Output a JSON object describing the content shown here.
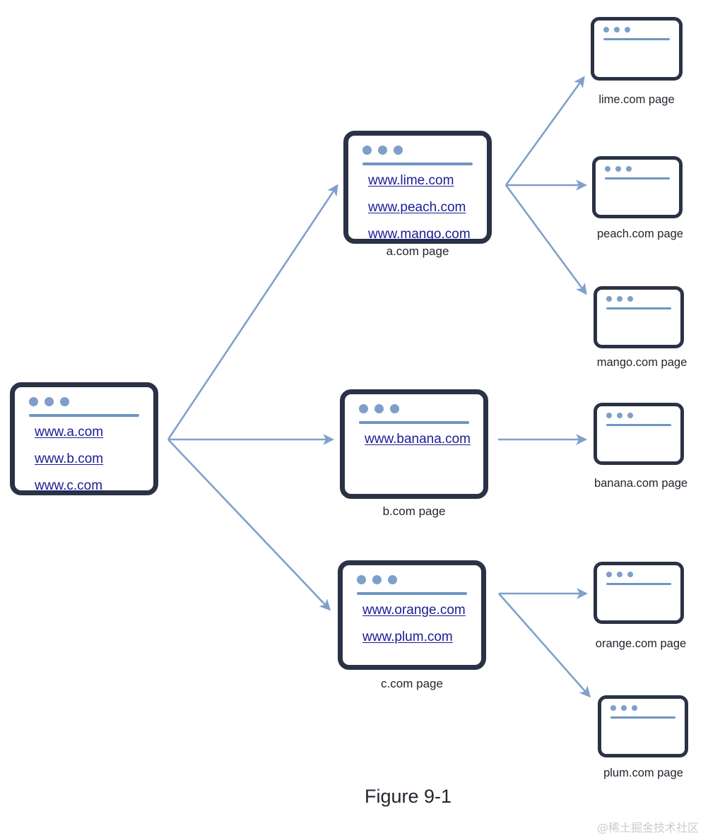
{
  "figure": {
    "label": "Figure 9-1",
    "watermark": "@稀土掘金技术社区"
  },
  "colors": {
    "window_border": "#2b3245",
    "accent_blue": "#7d9fc9",
    "link_text": "#1c1c94",
    "arrow": "#7fa0ca",
    "background": "#ffffff",
    "watermark": "#c9cbd1"
  },
  "windows": {
    "root": {
      "name": "root-page",
      "caption": "",
      "dots": [
        "dot-1",
        "dot-2",
        "dot-3"
      ],
      "links": [
        "www.a.com",
        "www.b.com",
        "www.c.com"
      ]
    },
    "a": {
      "name": "a-com-page",
      "caption": "a.com page",
      "dots": [
        "dot-1",
        "dot-2",
        "dot-3"
      ],
      "links": [
        "www.lime.com",
        "www.peach.com",
        "www.mango.com"
      ]
    },
    "b": {
      "name": "b-com-page",
      "caption": "b.com page",
      "dots": [
        "dot-1",
        "dot-2",
        "dot-3"
      ],
      "links": [
        "www.banana.com"
      ]
    },
    "c": {
      "name": "c-com-page",
      "caption": "c.com page",
      "dots": [
        "dot-1",
        "dot-2",
        "dot-3"
      ],
      "links": [
        "www.orange.com",
        "www.plum.com"
      ]
    },
    "leaves": [
      {
        "key": "lime",
        "caption": "lime.com page"
      },
      {
        "key": "peach",
        "caption": "peach.com page"
      },
      {
        "key": "mango",
        "caption": "mango.com page"
      },
      {
        "key": "banana",
        "caption": "banana.com page"
      },
      {
        "key": "orange",
        "caption": "orange.com page"
      },
      {
        "key": "plum",
        "caption": "plum.com page"
      }
    ]
  },
  "edges": [
    {
      "from": "root",
      "to": "a.com page"
    },
    {
      "from": "root",
      "to": "b.com page"
    },
    {
      "from": "root",
      "to": "c.com page"
    },
    {
      "from": "a.com page",
      "to": "lime.com page"
    },
    {
      "from": "a.com page",
      "to": "peach.com page"
    },
    {
      "from": "a.com page",
      "to": "mango.com page"
    },
    {
      "from": "b.com page",
      "to": "banana.com page"
    },
    {
      "from": "c.com page",
      "to": "orange.com page"
    },
    {
      "from": "c.com page",
      "to": "plum.com page"
    }
  ]
}
